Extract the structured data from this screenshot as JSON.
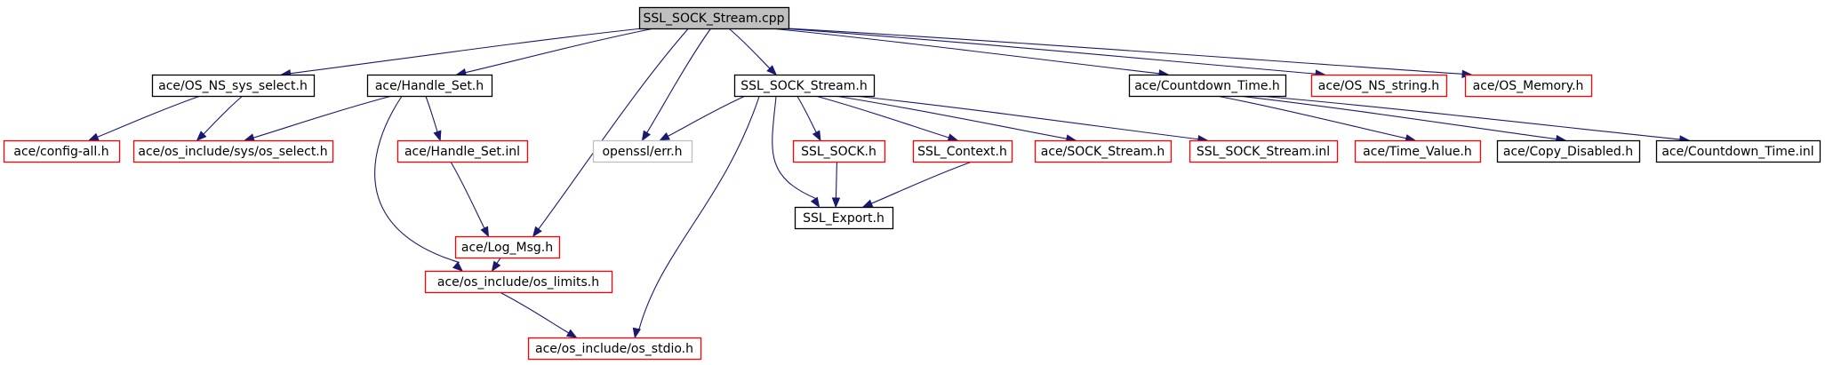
{
  "diagram": {
    "colors": {
      "root_fill": "#bfbfbf",
      "default_fill": "#ffffff",
      "default_border": "#000000",
      "missing_border": "#ff0000",
      "system_border": "#bfbfbf",
      "edge": "#191970"
    },
    "nodes": [
      {
        "id": "root",
        "label": "SSL_SOCK_Stream.cpp",
        "kind": "root"
      },
      {
        "id": "os_ns_sys_select",
        "label": "ace/OS_NS_sys_select.h",
        "kind": "documented"
      },
      {
        "id": "handle_set",
        "label": "ace/Handle_Set.h",
        "kind": "documented"
      },
      {
        "id": "ssl_sock_stream_h",
        "label": "SSL_SOCK_Stream.h",
        "kind": "documented"
      },
      {
        "id": "countdown_time",
        "label": "ace/Countdown_Time.h",
        "kind": "documented"
      },
      {
        "id": "os_ns_string",
        "label": "ace/OS_NS_string.h",
        "kind": "undocumented"
      },
      {
        "id": "os_memory",
        "label": "ace/OS_Memory.h",
        "kind": "undocumented"
      },
      {
        "id": "config_all",
        "label": "ace/config-all.h",
        "kind": "undocumented"
      },
      {
        "id": "os_select",
        "label": "ace/os_include/sys/os_select.h",
        "kind": "undocumented"
      },
      {
        "id": "handle_set_inl",
        "label": "ace/Handle_Set.inl",
        "kind": "undocumented"
      },
      {
        "id": "openssl_err",
        "label": "openssl/err.h",
        "kind": "system"
      },
      {
        "id": "ssl_sock",
        "label": "SSL_SOCK.h",
        "kind": "undocumented"
      },
      {
        "id": "ssl_context",
        "label": "SSL_Context.h",
        "kind": "undocumented"
      },
      {
        "id": "sock_stream",
        "label": "ace/SOCK_Stream.h",
        "kind": "undocumented"
      },
      {
        "id": "ssl_sock_stream_inl",
        "label": "SSL_SOCK_Stream.inl",
        "kind": "undocumented"
      },
      {
        "id": "time_value",
        "label": "ace/Time_Value.h",
        "kind": "undocumented"
      },
      {
        "id": "copy_disabled",
        "label": "ace/Copy_Disabled.h",
        "kind": "documented"
      },
      {
        "id": "countdown_time_inl",
        "label": "ace/Countdown_Time.inl",
        "kind": "documented"
      },
      {
        "id": "log_msg",
        "label": "ace/Log_Msg.h",
        "kind": "undocumented"
      },
      {
        "id": "ssl_export",
        "label": "SSL_Export.h",
        "kind": "documented"
      },
      {
        "id": "os_limits",
        "label": "ace/os_include/os_limits.h",
        "kind": "undocumented"
      },
      {
        "id": "os_stdio",
        "label": "ace/os_include/os_stdio.h",
        "kind": "undocumented"
      }
    ],
    "edges": [
      [
        "root",
        "os_ns_sys_select"
      ],
      [
        "root",
        "handle_set"
      ],
      [
        "root",
        "log_msg"
      ],
      [
        "root",
        "openssl_err"
      ],
      [
        "root",
        "ssl_sock_stream_h"
      ],
      [
        "root",
        "countdown_time"
      ],
      [
        "root",
        "os_ns_string"
      ],
      [
        "root",
        "os_memory"
      ],
      [
        "os_ns_sys_select",
        "config_all"
      ],
      [
        "os_ns_sys_select",
        "os_select"
      ],
      [
        "handle_set",
        "os_select"
      ],
      [
        "handle_set",
        "handle_set_inl"
      ],
      [
        "handle_set",
        "os_limits"
      ],
      [
        "handle_set_inl",
        "log_msg"
      ],
      [
        "log_msg",
        "os_limits"
      ],
      [
        "os_limits",
        "os_stdio"
      ],
      [
        "ssl_sock_stream_h",
        "openssl_err"
      ],
      [
        "ssl_sock_stream_h",
        "ssl_sock"
      ],
      [
        "ssl_sock_stream_h",
        "ssl_context"
      ],
      [
        "ssl_sock_stream_h",
        "sock_stream"
      ],
      [
        "ssl_sock_stream_h",
        "ssl_sock_stream_inl"
      ],
      [
        "ssl_sock_stream_h",
        "ssl_export"
      ],
      [
        "ssl_sock_stream_h",
        "os_stdio"
      ],
      [
        "ssl_sock",
        "ssl_export"
      ],
      [
        "ssl_context",
        "ssl_export"
      ],
      [
        "countdown_time",
        "time_value"
      ],
      [
        "countdown_time",
        "copy_disabled"
      ],
      [
        "countdown_time",
        "countdown_time_inl"
      ]
    ]
  }
}
